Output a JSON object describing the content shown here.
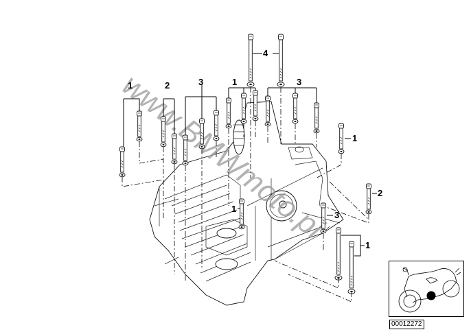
{
  "diagram": {
    "title": "Engine housing screw connections",
    "watermark": "www.BMWmoto.pl",
    "part_number": "00012272",
    "callouts": [
      {
        "id": "c1-left",
        "label": "1"
      },
      {
        "id": "c2-left",
        "label": "2"
      },
      {
        "id": "c3-left",
        "label": "3"
      },
      {
        "id": "c4-top",
        "label": "4"
      },
      {
        "id": "c1-center",
        "label": "1"
      },
      {
        "id": "c3-right",
        "label": "3"
      },
      {
        "id": "c1-right-upper",
        "label": "1"
      },
      {
        "id": "c2-right",
        "label": "2"
      },
      {
        "id": "c3-lower",
        "label": "3"
      },
      {
        "id": "c1-mid",
        "label": "1"
      },
      {
        "id": "c1-right-lower",
        "label": "1"
      }
    ],
    "inset": {
      "description": "motorcycle thumbnail with location marker",
      "marker_color": "#000000"
    }
  }
}
